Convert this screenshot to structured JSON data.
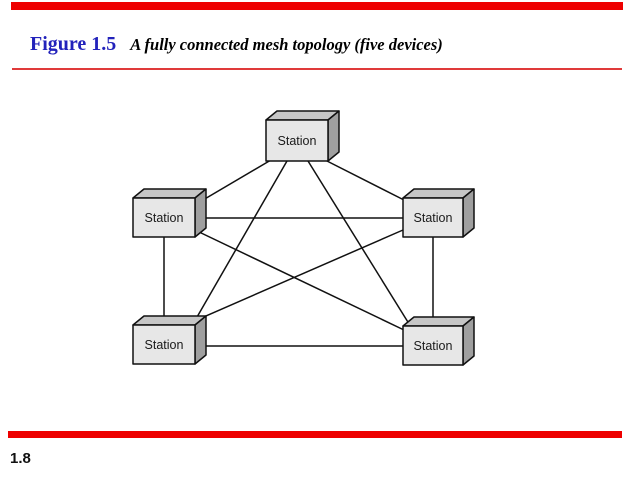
{
  "header": {
    "figure_label": "Figure 1.5",
    "caption": "A fully connected mesh topology (five devices)"
  },
  "diagram": {
    "title": "fully connected mesh topology",
    "device_count": 5,
    "nodes": [
      {
        "id": "top",
        "label": "Station"
      },
      {
        "id": "mid_left",
        "label": "Station"
      },
      {
        "id": "mid_right",
        "label": "Station"
      },
      {
        "id": "bottom_left",
        "label": "Station"
      },
      {
        "id": "bottom_right",
        "label": "Station"
      }
    ],
    "links": [
      [
        "top",
        "mid_left"
      ],
      [
        "top",
        "mid_right"
      ],
      [
        "top",
        "bottom_left"
      ],
      [
        "top",
        "bottom_right"
      ],
      [
        "mid_left",
        "mid_right"
      ],
      [
        "mid_left",
        "bottom_left"
      ],
      [
        "mid_left",
        "bottom_right"
      ],
      [
        "mid_right",
        "bottom_left"
      ],
      [
        "mid_right",
        "bottom_right"
      ],
      [
        "bottom_left",
        "bottom_right"
      ]
    ]
  },
  "footer": {
    "page_number": "1.8"
  },
  "colors": {
    "accent_red": "#ee0000",
    "rule_red": "#e03a3a",
    "figure_label_blue": "#2222bb",
    "caption_black": "#000000",
    "box_front": "#e7e7e7",
    "box_top": "#c6c6c6",
    "box_side": "#9f9f9f",
    "box_outline": "#111111",
    "link_line": "#111111",
    "label_text": "#1a1a1a"
  }
}
